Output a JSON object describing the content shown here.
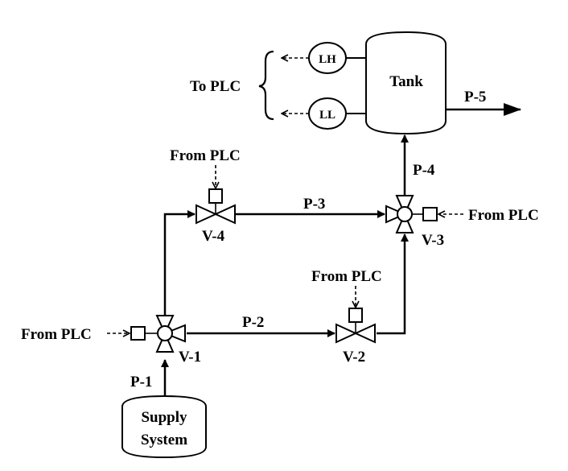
{
  "tank": {
    "label": "Tank"
  },
  "supply": {
    "line1": "Supply",
    "line2": "System"
  },
  "sensors": {
    "lh": "LH",
    "ll": "LL"
  },
  "to_plc": "To PLC",
  "from_plc": "From PLC",
  "valves": {
    "v1": "V-1",
    "v2": "V-2",
    "v3": "V-3",
    "v4": "V-4"
  },
  "pipes": {
    "p1": "P-1",
    "p2": "P-2",
    "p3": "P-3",
    "p4": "P-4",
    "p5": "P-5"
  }
}
